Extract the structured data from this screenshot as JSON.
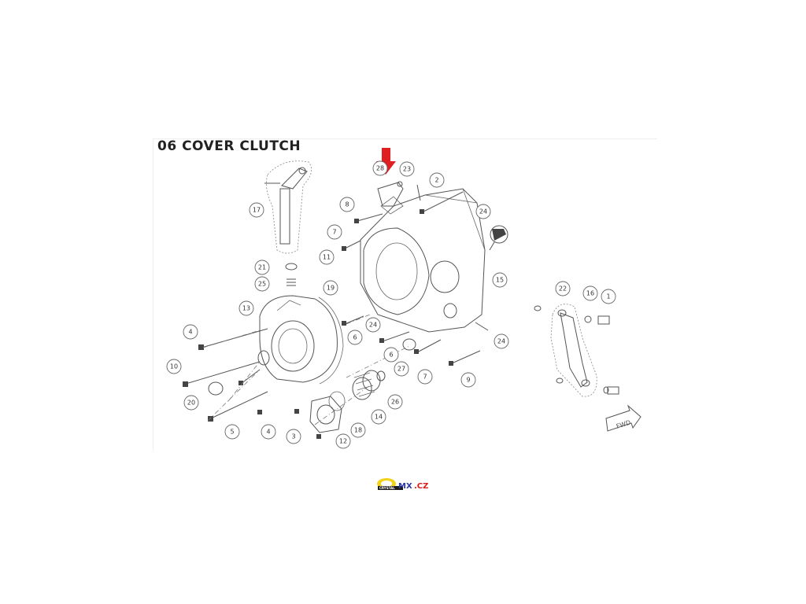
{
  "title": "06 COVER CLUTCH",
  "direction_label": "FWD",
  "arrow_color": "#e02020",
  "logo": {
    "text": "CRYSTAL MX.CZ",
    "colors": [
      "#f2d21a",
      "#2a3aa8",
      "#d81b1b"
    ]
  },
  "callouts": [
    "1",
    "2",
    "3",
    "4",
    "4",
    "5",
    "6",
    "6",
    "7",
    "7",
    "8",
    "9",
    "10",
    "11",
    "12",
    "13",
    "14",
    "15",
    "16",
    "17",
    "18",
    "19",
    "20",
    "21",
    "22",
    "23",
    "24",
    "24",
    "24",
    "25",
    "26",
    "27",
    "28"
  ]
}
